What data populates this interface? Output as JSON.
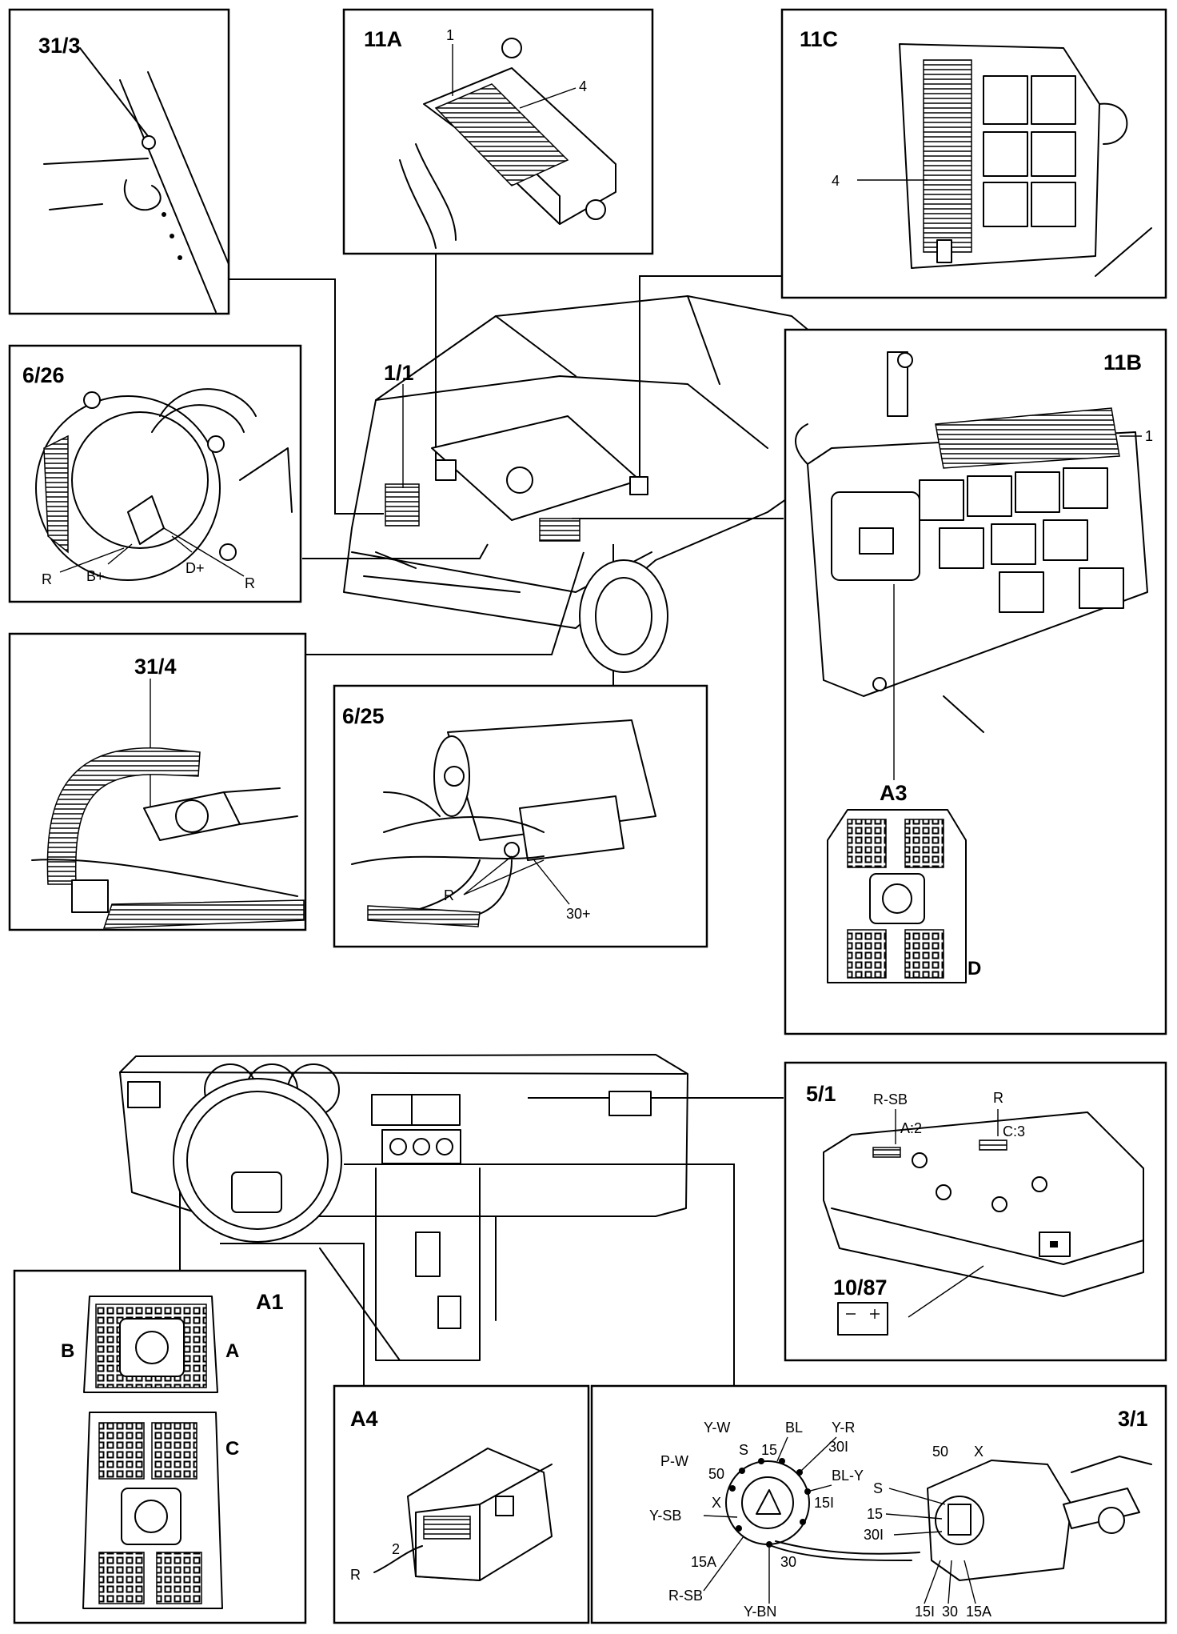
{
  "panels": {
    "p31_3": {
      "title": "31/3"
    },
    "p11a": {
      "title": "11A",
      "callouts": [
        "1",
        "4"
      ]
    },
    "p11c": {
      "title": "11C",
      "callouts": [
        "4"
      ]
    },
    "p6_26": {
      "title": "6/26",
      "labels": [
        "R",
        "B+",
        "D+",
        "R"
      ]
    },
    "p1_1": {
      "title": "1/1"
    },
    "p11b": {
      "title": "11B",
      "callouts": [
        "1"
      ],
      "connector": "A3",
      "letter_d": "D"
    },
    "p31_4": {
      "title": "31/4"
    },
    "p6_25": {
      "title": "6/25",
      "labels": [
        "R",
        "30+"
      ]
    },
    "p5_1": {
      "title": "5/1",
      "labels": [
        "R-SB",
        "R",
        "A:2",
        "C:3"
      ],
      "sub_title": "10/87"
    },
    "pA1": {
      "title": "A1",
      "letters": [
        "B",
        "A",
        "C"
      ]
    },
    "pA4": {
      "title": "A4",
      "labels": [
        "R",
        "2"
      ]
    },
    "p3_1": {
      "title": "3/1",
      "wire_labels": [
        "Y-W",
        "BL",
        "Y-R",
        "P-W",
        "BL-Y",
        "Y-SB",
        "R-SB",
        "Y-BN"
      ],
      "terminal_labels": [
        "S",
        "15",
        "30I",
        "50",
        "X",
        "15I",
        "15A",
        "30"
      ],
      "right_labels": [
        "50",
        "X",
        "S",
        "15",
        "30I",
        "15I",
        "30",
        "15A"
      ]
    }
  }
}
